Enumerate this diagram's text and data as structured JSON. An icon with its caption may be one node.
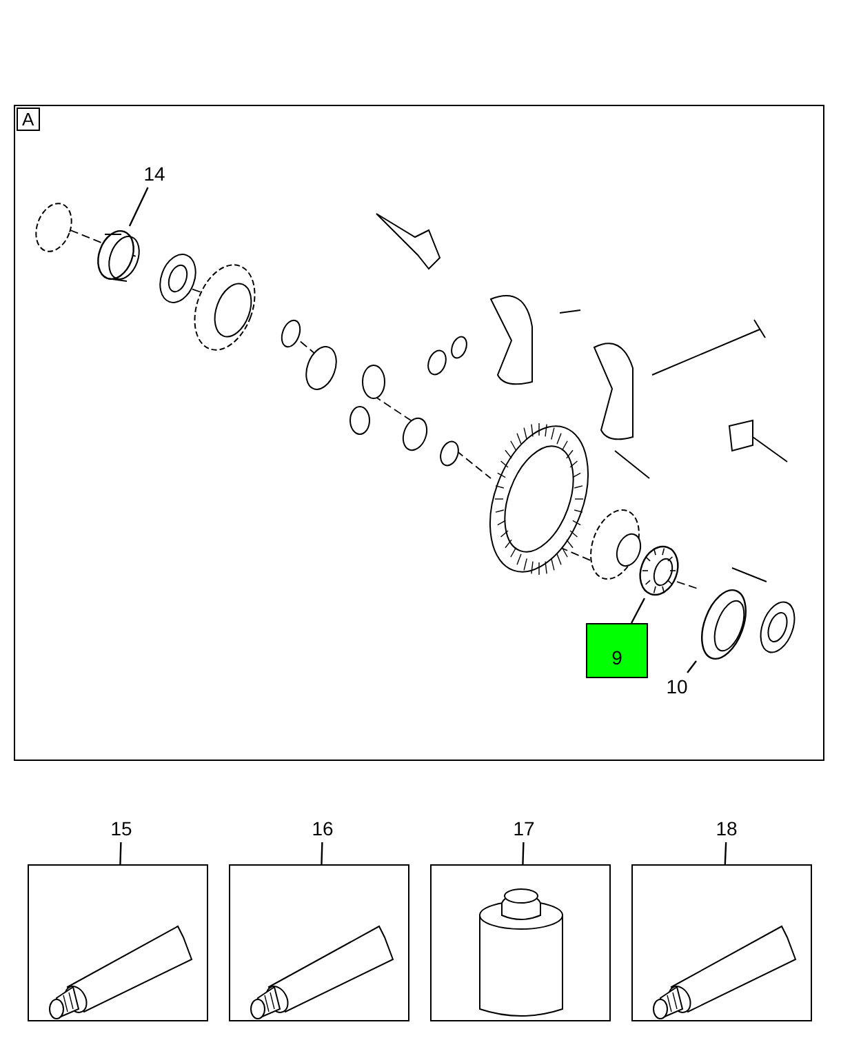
{
  "diagram": {
    "nodes": [
      {
        "text": [
          "A"
        ]
      },
      {
        "text": [
          "14"
        ],
        "in": 0
      },
      {
        "text": [],
        "shape": "picture",
        "in": 0
      },
      {
        "text": [
          "9"
        ],
        "in": 0
      },
      {
        "text": [],
        "shape": "picture",
        "in": 0
      },
      {
        "text": [
          "10"
        ],
        "in": 0
      },
      {
        "text": [],
        "shape": "picture",
        "in": 0
      },
      {
        "text": [
          "15"
        ]
      },
      {
        "text": [],
        "shape": "picture"
      },
      {
        "text": [
          "16"
        ]
      },
      {
        "text": [],
        "shape": "picture"
      },
      {
        "text": [
          "17"
        ]
      },
      {
        "text": [],
        "shape": "picture"
      },
      {
        "text": [
          "18"
        ]
      },
      {
        "text": [],
        "shape": "picture"
      }
    ],
    "edges": [
      {
        "from": 1,
        "to": 2,
        "arrow": "none"
      },
      {
        "from": 3,
        "to": 4,
        "arrow": "none"
      },
      {
        "from": 5,
        "to": 6,
        "arrow": "none"
      },
      {
        "from": 7,
        "to": 8,
        "arrow": "none"
      },
      {
        "from": 9,
        "to": 10,
        "arrow": "none"
      },
      {
        "from": 11,
        "to": 12,
        "arrow": "none"
      },
      {
        "from": 13,
        "to": 14,
        "arrow": "none"
      }
    ]
  }
}
